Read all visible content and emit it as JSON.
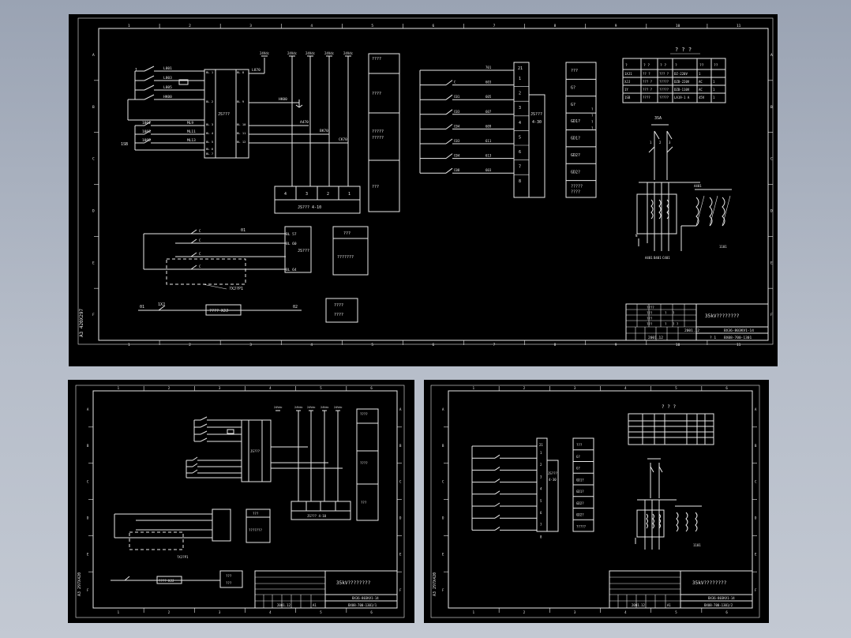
{
  "colors": {
    "background": "#b6bdc9",
    "sheet": "#000000",
    "line": "#e8e8e8"
  },
  "border": {
    "cols": [
      "1",
      "2",
      "3",
      "4",
      "5",
      "6",
      "7",
      "8",
      "9",
      "10",
      "11"
    ],
    "rows": [
      "A",
      "B",
      "C",
      "D",
      "E",
      "F"
    ],
    "cols_small": [
      "1",
      "2",
      "3",
      "4",
      "5",
      "6"
    ]
  },
  "side_labels": {
    "large": "A3 420X297",
    "small_left": "A3 297X420",
    "small_right": "A3 297X420"
  },
  "main": {
    "terminal_tops": [
      "24Vdc",
      "24Vdc",
      "24Vdc",
      "24Vdc",
      "24Vdc"
    ],
    "left_inputs": [
      "L801",
      "L803",
      "L805",
      "HK00"
    ],
    "lower_inputs": [
      "1801",
      "1803",
      "1805"
    ],
    "lower_inputs_b": [
      "ML9",
      "ML11",
      "ML13"
    ],
    "left_label": "1SB",
    "module": {
      "name": "JS???",
      "pins_left": [
        "BL 1",
        "BL 2",
        "BL 3",
        "BL 4",
        "BL 5",
        "BL 6",
        "BL 7"
      ],
      "pins_right": [
        "BL 8",
        "BL 9",
        "BL 10",
        "BL 11",
        "BL 12"
      ]
    },
    "module_wires": [
      "L870",
      "HK00",
      "A470",
      "BK70",
      "CK70"
    ],
    "bottom_terminal": {
      "cells": [
        "4",
        "3",
        "2",
        "1"
      ],
      "label": "JS??? 4-10"
    },
    "notes_col": [
      "????",
      "????",
      "?????\n?????",
      "???"
    ],
    "relay_rows": [
      {
        "t": "701",
        "a": "C",
        "n": "1"
      },
      {
        "t": "603",
        "a": "C",
        "n": "2"
      },
      {
        "t": "605",
        "a": "C01",
        "n": "3"
      },
      {
        "t": "607",
        "a": "C03",
        "n": "4"
      },
      {
        "t": "609",
        "a": "C04",
        "n": "5"
      },
      {
        "t": "611",
        "a": "C03",
        "n": "6"
      },
      {
        "t": "613",
        "a": "C04",
        "n": "7"
      },
      {
        "t": "603",
        "a": "C08",
        "n": "8"
      }
    ],
    "relay_top_num": "21",
    "relay_box_label": "JS???\n4-30",
    "status_list": [
      "???",
      "G?",
      "G?",
      "GD1?",
      "GD1?",
      "GD2?",
      "GD2?",
      "?????\n????"
    ],
    "status_marks": [
      "?",
      "?",
      "?",
      "?"
    ],
    "lower_relay": {
      "wire": "01",
      "pins": [
        "BL 57",
        "BL 60",
        "BL 64"
      ],
      "name": "JS???",
      "dashed_label": "?XJ?P1"
    },
    "note_box_1": [
      "???",
      "???????"
    ],
    "bottom_line": {
      "left": "01",
      "k": "1XJ",
      "box": "???? XJJ",
      "right": "02"
    },
    "note_box_2": [
      "????",
      "????"
    ],
    "table": {
      "title": "? ? ?",
      "head": [
        "?",
        "? ?",
        "? ?",
        "?",
        "??",
        "??"
      ],
      "rows": [
        [
          "1XJ1",
          "?? ?",
          "??? ?",
          "DZ-220V",
          "1",
          ""
        ],
        [
          "XJJ",
          "??? ?",
          "?????",
          "DZB-220V",
          "AC",
          "1"
        ],
        [
          "1Y",
          "??? ?",
          "?????",
          "DZB-110V",
          "AC",
          "1"
        ],
        [
          "1SB",
          "????",
          "?????",
          "LA19-1 A",
          "45V",
          "1"
        ]
      ]
    },
    "schematic": {
      "top_label": "3SA",
      "marks": [
        "1",
        "2",
        "3"
      ],
      "bottom_labels": [
        "A401",
        "B401",
        "C401"
      ],
      "right_label": "A401",
      "tail_label": "1101",
      "left_label": "N"
    },
    "title_block": {
      "title": "35kV????????",
      "codes": [
        "BX36-803KV1-14",
        "BX08-700-1301"
      ],
      "left_cells": [
        "????",
        "???",
        "???",
        "???"
      ],
      "dates": [
        "2001.12",
        "2001.12"
      ],
      "marks": [
        "?",
        "?",
        "?",
        "? ?"
      ],
      "sheet_mark": "? 1"
    }
  },
  "small_left": {
    "title_block": {
      "title": "35kV????????",
      "codes": [
        "BX36-803KV1-14",
        "BX08-700-1301/1"
      ],
      "dates": [
        "2001.12"
      ],
      "sheet_mark": "A1"
    },
    "notes_col": [
      "????",
      "????",
      "???"
    ],
    "bottom_terminal_label": "JS??? 4-10",
    "bottom_line_box": "???? XJJ",
    "note_box_1": [
      "???",
      "???????"
    ],
    "note_box_2": [
      "???",
      "???"
    ]
  },
  "small_right": {
    "title_block": {
      "title": "35kV????????",
      "codes": [
        "BX36-803KV1-14",
        "BX08-700-1301/2"
      ],
      "dates": [
        "2001.12"
      ],
      "sheet_mark": "A1"
    },
    "table_title": "? ? ?",
    "status_list": [
      "???",
      "G?",
      "G?",
      "GD1?",
      "GD1?",
      "GD2?",
      "GD2?",
      "?????"
    ],
    "relay_top_num": "21",
    "relay_box_label": "JS???\n4-30",
    "schematic_tail": "1101"
  }
}
